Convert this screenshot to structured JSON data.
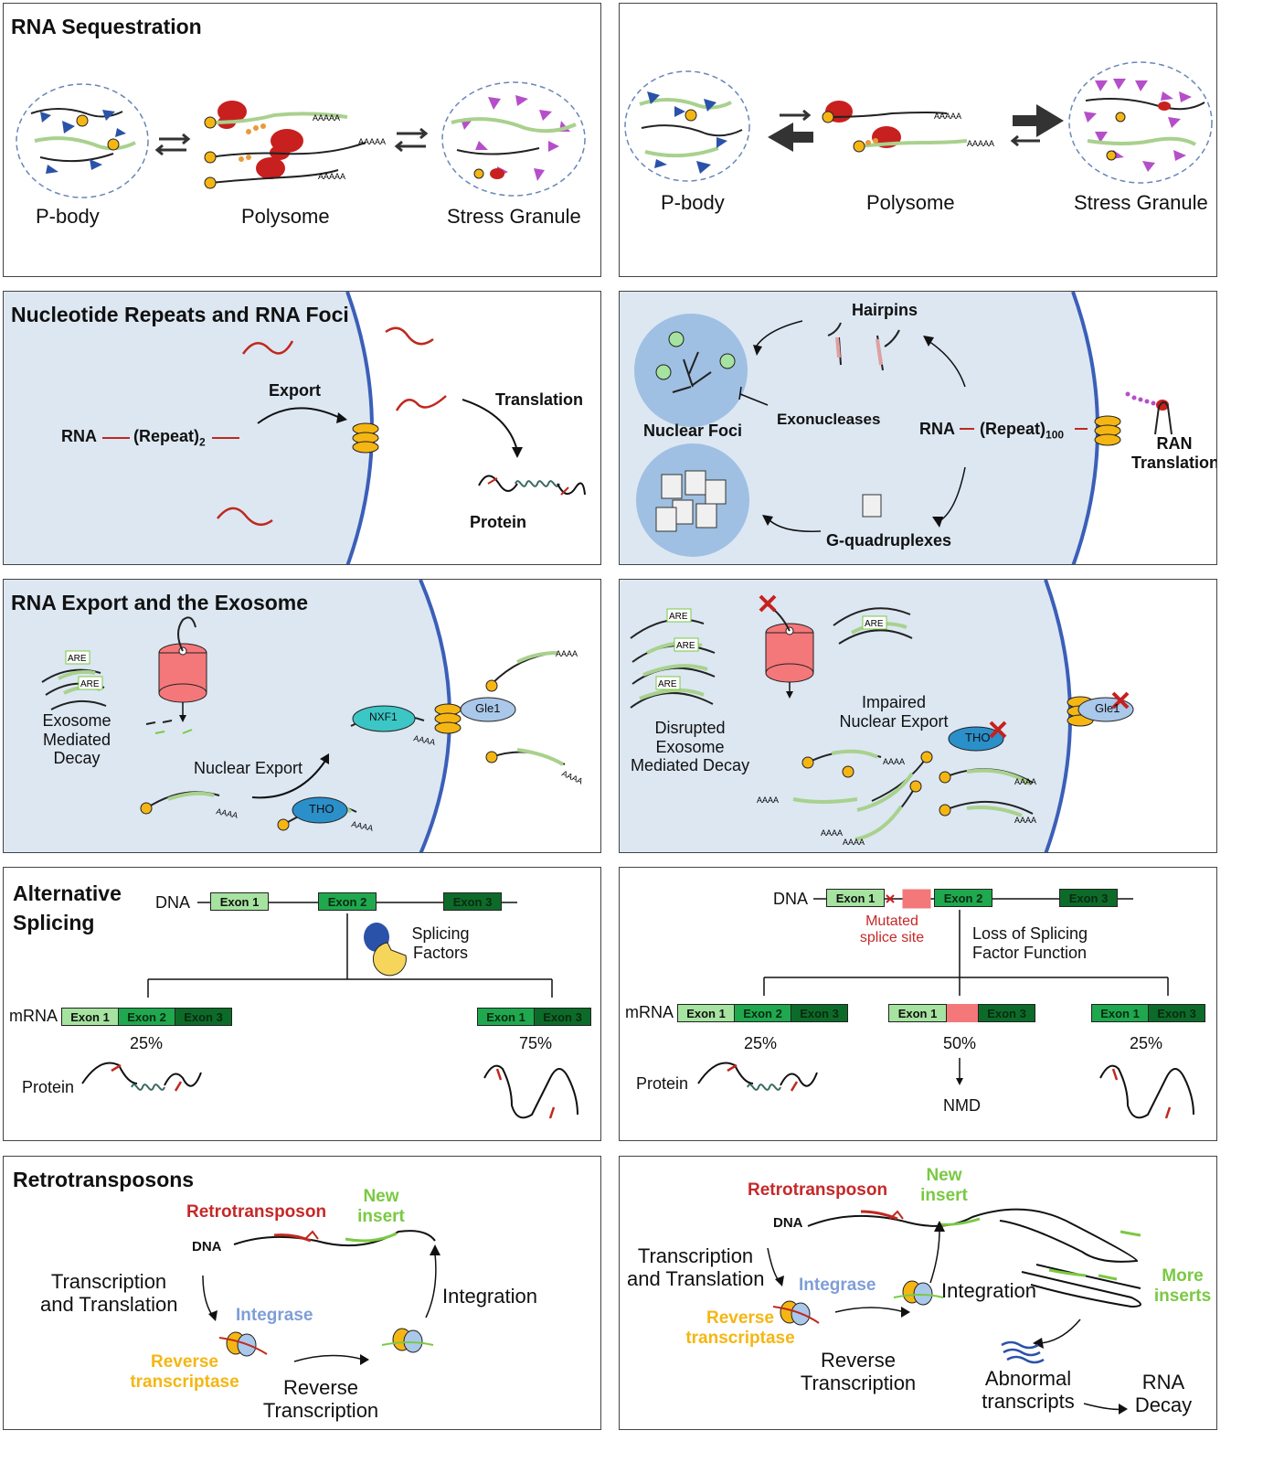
{
  "panels": {
    "seq": {
      "title": "RNA Sequestration",
      "pbody": "P-body",
      "polysome": "Polysome",
      "stress": "Stress Granule",
      "polyA": "AAAAA",
      "aaa": "AAA"
    },
    "repeats": {
      "title": "Nucleotide Repeats and RNA Foci",
      "rna": "RNA",
      "repeat2": "(Repeat)",
      "sub2": "2",
      "export": "Export",
      "translation": "Translation",
      "protein": "Protein",
      "hairpins": "Hairpins",
      "nuclear_foci": "Nuclear Foci",
      "exonucleases": "Exonucleases",
      "repeat100": "(Repeat)",
      "sub100": "100",
      "ran1": "RAN",
      "ran2": "Translation",
      "gquad": "G-quadruplexes"
    },
    "export": {
      "title": "RNA Export and the Exosome",
      "are": "ARE",
      "exosome1": "Exosome",
      "exosome2": "Mediated",
      "exosome3": "Decay",
      "nuclear_export": "Nuclear Export",
      "nxf1": "NXF1",
      "gle1": "Gle1",
      "tho": "THO",
      "aaaa": "AAAA",
      "disrupted1": "Disrupted",
      "disrupted2": "Exosome",
      "disrupted3": "Mediated Decay",
      "impaired1": "Impaired",
      "impaired2": "Nuclear Export"
    },
    "splicing": {
      "title1": "Alternative",
      "title2": "Splicing",
      "dna": "DNA",
      "exon1": "Exon 1",
      "exon2": "Exon 2",
      "exon3": "Exon 3",
      "factors1": "Splicing",
      "factors2": "Factors",
      "mrna": "mRNA",
      "pct25": "25%",
      "pct75": "75%",
      "pct50": "50%",
      "protein": "Protein",
      "mutated1": "Mutated",
      "mutated2": "splice site",
      "loss1": "Loss of Splicing",
      "loss2": "Factor Function",
      "nmd": "NMD"
    },
    "retro": {
      "title": "Retrotransposons",
      "retrotransposon": "Retrotransposon",
      "new1": "New",
      "new2": "insert",
      "dna": "DNA",
      "trans1": "Transcription",
      "trans2": "and Translation",
      "integrase": "Integrase",
      "integration": "Integration",
      "rt1": "Reverse",
      "rt2": "transcriptase",
      "revtrans1": "Reverse",
      "revtrans2": "Transcription",
      "more1": "More",
      "more2": "inserts",
      "abn1": "Abnormal",
      "abn2": "transcripts",
      "decay1": "RNA",
      "decay2": "Decay"
    }
  },
  "colors": {
    "nucleus": "#dce7f2",
    "membrane": "#3b5fb8",
    "rna_red": "#c0281e",
    "ribosome": "#c8201e",
    "cap": "#f5b614",
    "green_rna": "#a9d18e",
    "exosome": "#f4777a",
    "tho": "#2b8fc9",
    "nxf1": "#3cc6c6",
    "gle1": "#a9c8ea"
  }
}
